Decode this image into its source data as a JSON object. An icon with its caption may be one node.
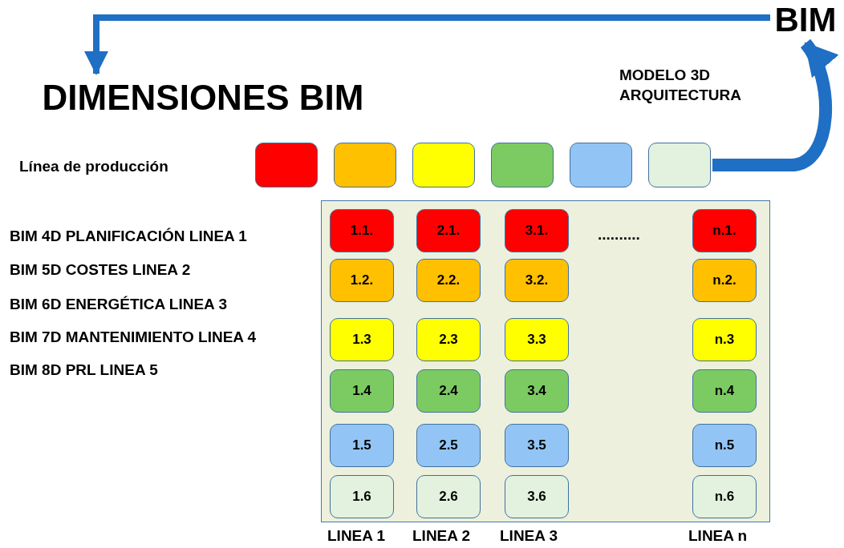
{
  "diagram": {
    "nodes": [
      {
        "text": [
          "BIM"
        ]
      },
      {
        "text": [
          "DIMENSIONES BIM"
        ]
      },
      {
        "text": [],
        "shape": "box"
      },
      {
        "text": [],
        "shape": "box"
      },
      {
        "text": [],
        "shape": "box"
      },
      {
        "text": [],
        "shape": "box"
      },
      {
        "text": [],
        "shape": "box"
      },
      {
        "text": [],
        "shape": "box"
      },
      {
        "text": [],
        "shape": "box"
      },
      {
        "text": [
          "1.1."
        ],
        "in": 8
      },
      {
        "text": [
          "2.1."
        ],
        "in": 8
      },
      {
        "text": [
          "3.1."
        ],
        "in": 8
      },
      {
        "text": [
          "n.1."
        ],
        "in": 8
      },
      {
        "text": [
          "1.2."
        ],
        "in": 8
      },
      {
        "text": [
          "2.2."
        ],
        "in": 8
      },
      {
        "text": [
          "3.2."
        ],
        "in": 8
      },
      {
        "text": [
          "n.2."
        ],
        "in": 8
      },
      {
        "text": [
          "1.3"
        ],
        "in": 8
      },
      {
        "text": [
          "2.3"
        ],
        "in": 8
      },
      {
        "text": [
          "3.3"
        ],
        "in": 8
      },
      {
        "text": [
          "n.3"
        ],
        "in": 8
      },
      {
        "text": [
          "1.4"
        ],
        "in": 8
      },
      {
        "text": [
          "2.4"
        ],
        "in": 8
      },
      {
        "text": [
          "3.4"
        ],
        "in": 8
      },
      {
        "text": [
          "n.4"
        ],
        "in": 8
      },
      {
        "text": [
          "1.5"
        ],
        "in": 8
      },
      {
        "text": [
          "2.5"
        ],
        "in": 8
      },
      {
        "text": [
          "3.5"
        ],
        "in": 8
      },
      {
        "text": [
          "n.5"
        ],
        "in": 8
      },
      {
        "text": [
          "1.6"
        ],
        "in": 8
      },
      {
        "text": [
          "2.6"
        ],
        "in": 8
      },
      {
        "text": [
          "3.6"
        ],
        "in": 8
      },
      {
        "text": [
          "n.6"
        ],
        "in": 8
      }
    ],
    "edges": [
      {
        "from": 0,
        "to": 1,
        "arrow": "to"
      },
      {
        "from": 7,
        "to": 0,
        "arrow": "to",
        "style": "thick",
        "label": "MODELO 3D ARQUITECTURA"
      }
    ],
    "labels": [
      "Línea de producción",
      "BIM 4D PLANIFICACIÓN LINEA 1",
      "..........",
      "BIM 5D COSTES LINEA 2",
      "BIM 6D ENERGÉTICA LINEA 3",
      "BIM 7D MANTENIMIENTO LINEA 4",
      "BIM 8D PRL LINEA 5",
      "LINEA 1",
      "LINEA 2",
      "LINEA 3",
      "LINEA n"
    ]
  }
}
